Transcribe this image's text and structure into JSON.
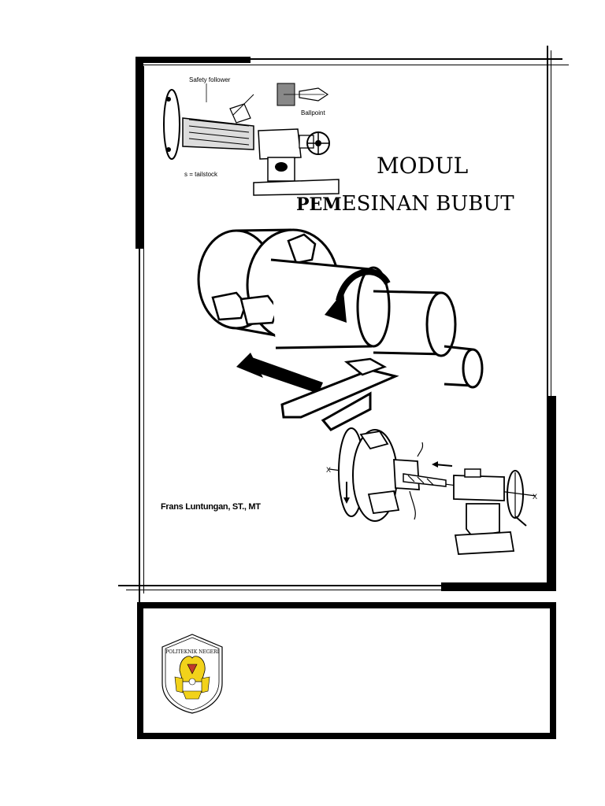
{
  "cover": {
    "title_line1": "MODUL",
    "title_line2_bold": "PEM",
    "title_line2_rest": "ESINAN BUBUT",
    "author": "Frans Luntungan, ST., MT"
  },
  "illustrations": {
    "top_left": {
      "labels": {
        "safety_follower": "Safety follower",
        "ballpoint": "Ballpoint",
        "tailstock": "s = tailstock"
      }
    },
    "bottom_right": {
      "labels": {
        "x_left": "X",
        "x_right": "X"
      }
    }
  },
  "logo": {
    "text_top": "POLITEKNIK NEGERI"
  },
  "colors": {
    "frame": "#000000",
    "logo_yellow": "#f2d21b",
    "logo_red": "#c0392b",
    "page": "#ffffff"
  }
}
